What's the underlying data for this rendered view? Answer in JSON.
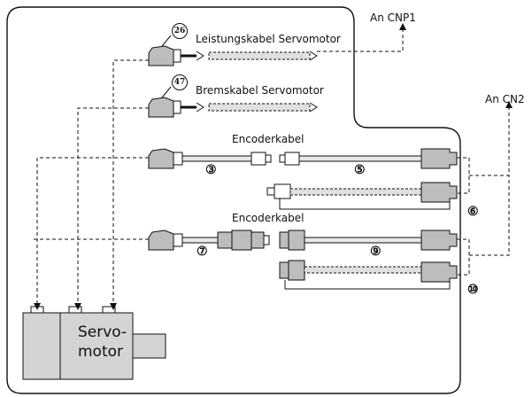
{
  "labels": {
    "cnp1": "An CNP1",
    "cn2": "An CN2",
    "power_cable": "Leistungskabel Servomotor",
    "brake_cable": "Bremskabel Servomotor",
    "encoder_cable_1": "Encoderkabel",
    "encoder_cable_2": "Encoderkabel",
    "servomotor_line1": "Servo-",
    "servomotor_line2": "motor"
  },
  "numbers": {
    "n26": "26",
    "n47": "47",
    "n3": "③",
    "n5": "⑤",
    "n6": "⑥",
    "n7": "⑦",
    "n9": "⑨",
    "n10": "⑩"
  }
}
